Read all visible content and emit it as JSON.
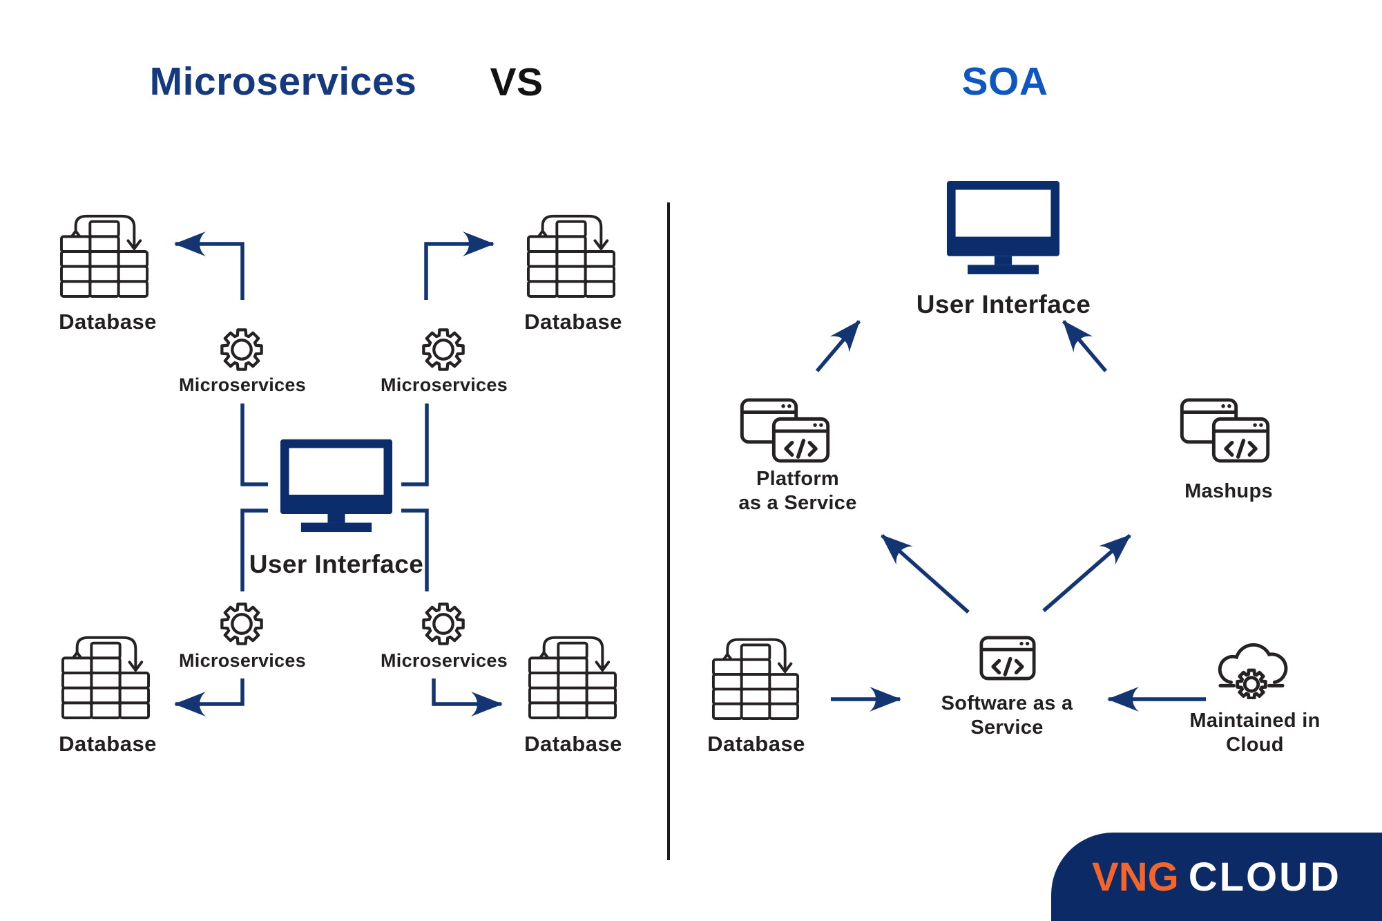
{
  "header": {
    "left_title": "Microservices",
    "vs": "VS",
    "right_title": "SOA"
  },
  "left": {
    "database_labels": [
      "Database",
      "Database",
      "Database",
      "Database"
    ],
    "microservices_labels": [
      "Microservices",
      "Microservices",
      "Microservices",
      "Microservices"
    ],
    "user_interface": "User Interface"
  },
  "right": {
    "user_interface": "User Interface",
    "platform_line1": "Platform",
    "platform_line2": "as a Service",
    "mashups": "Mashups",
    "software_line1": "Software as a",
    "software_line2": "Service",
    "database": "Database",
    "maintained_line1": "Maintained in",
    "maintained_line2": "Cloud"
  },
  "logo": {
    "brand": "VNG",
    "product": "CLOUD"
  },
  "colors": {
    "navy_fill": "#0b2d6c",
    "arrow_navy": "#133672",
    "title_navy": "#16387c",
    "soa_blue": "#0f56c0",
    "logo_bg": "#0b2a66",
    "brand_orange": "#f2662d",
    "icon_ink": "#262223",
    "label_ink": "#231f20"
  }
}
